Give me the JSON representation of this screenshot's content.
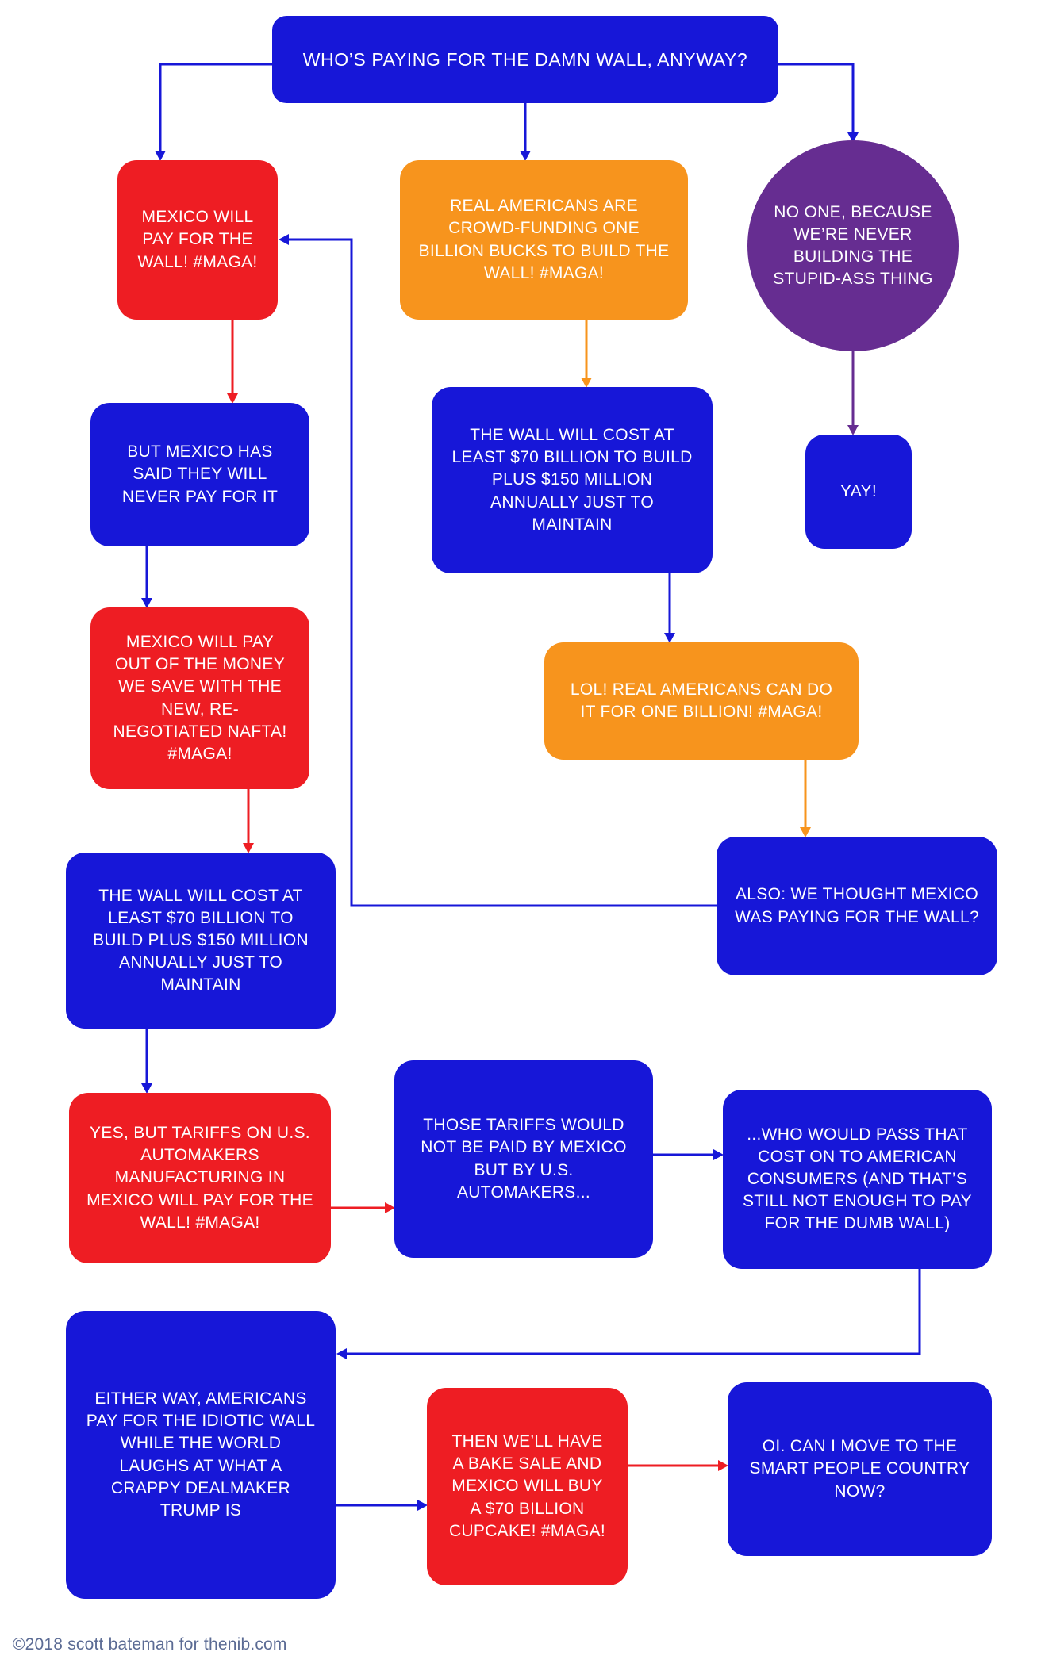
{
  "colors": {
    "blue": "#1717d8",
    "red": "#ee1d23",
    "orange": "#f7941d",
    "purple": "#662d91",
    "background": "#ffffff",
    "footer_text": "#5b6b94"
  },
  "nodes": {
    "title": "WHO’S PAYING FOR THE DAMN WALL, ANYWAY?",
    "mexico_pay": "MEXICO WILL PAY FOR THE WALL! #MAGA!",
    "crowdfund": "REAL AMERICANS ARE CROWD-FUNDING ONE BILLION BUCKS TO BUILD THE WALL! #MAGA!",
    "no_one": "NO ONE, BECAUSE WE’RE NEVER BUILDING THE STUPID-ASS THING",
    "but_mexico": "BUT MEXICO HAS SAID THEY WILL NEVER PAY FOR IT",
    "wall_cost_top": "THE WALL WILL COST AT LEAST $70 BILLION TO BUILD PLUS $150 MILLION ANNUALLY JUST TO MAINTAIN",
    "yay": "YAY!",
    "nafta": "MEXICO WILL PAY OUT OF THE MONEY WE SAVE WITH THE NEW, RE-NEGOTIATED NAFTA! #MAGA!",
    "lol_billion": "LOL! REAL AMERICANS CAN DO IT FOR ONE BILLION! #MAGA!",
    "wall_cost_bottom": "THE WALL WILL COST AT LEAST $70 BILLION TO BUILD PLUS $150 MILLION ANNUALLY JUST TO MAINTAIN",
    "also_thought": "ALSO: WE THOUGHT MEXICO WAS PAYING FOR THE WALL?",
    "tariffs": "YES, BUT TARIFFS ON U.S. AUTOMAKERS MANUFACTURING IN MEXICO WILL PAY FOR THE WALL! #MAGA!",
    "those_tariffs": "THOSE TARIFFS WOULD NOT BE PAID BY MEXICO BUT BY U.S. AUTOMAKERS...",
    "pass_cost": "...WHO WOULD PASS THAT COST ON TO AMERICAN CONSUMERS (AND THAT’S STILL NOT ENOUGH TO PAY FOR THE DUMB WALL)",
    "either_way": "EITHER WAY, AMERICANS PAY FOR THE IDIOTIC WALL WHILE THE WORLD LAUGHS AT WHAT A CRAPPY DEALMAKER TRUMP IS",
    "bake_sale": "THEN WE’LL HAVE A BAKE SALE AND MEXICO WILL BUY A $70 BILLION CUPCAKE! #MAGA!",
    "oi": "OI. CAN I MOVE TO THE SMART PEOPLE COUNTRY NOW?"
  },
  "footer": {
    "credit": "©2018 scott bateman for thenib.com"
  }
}
